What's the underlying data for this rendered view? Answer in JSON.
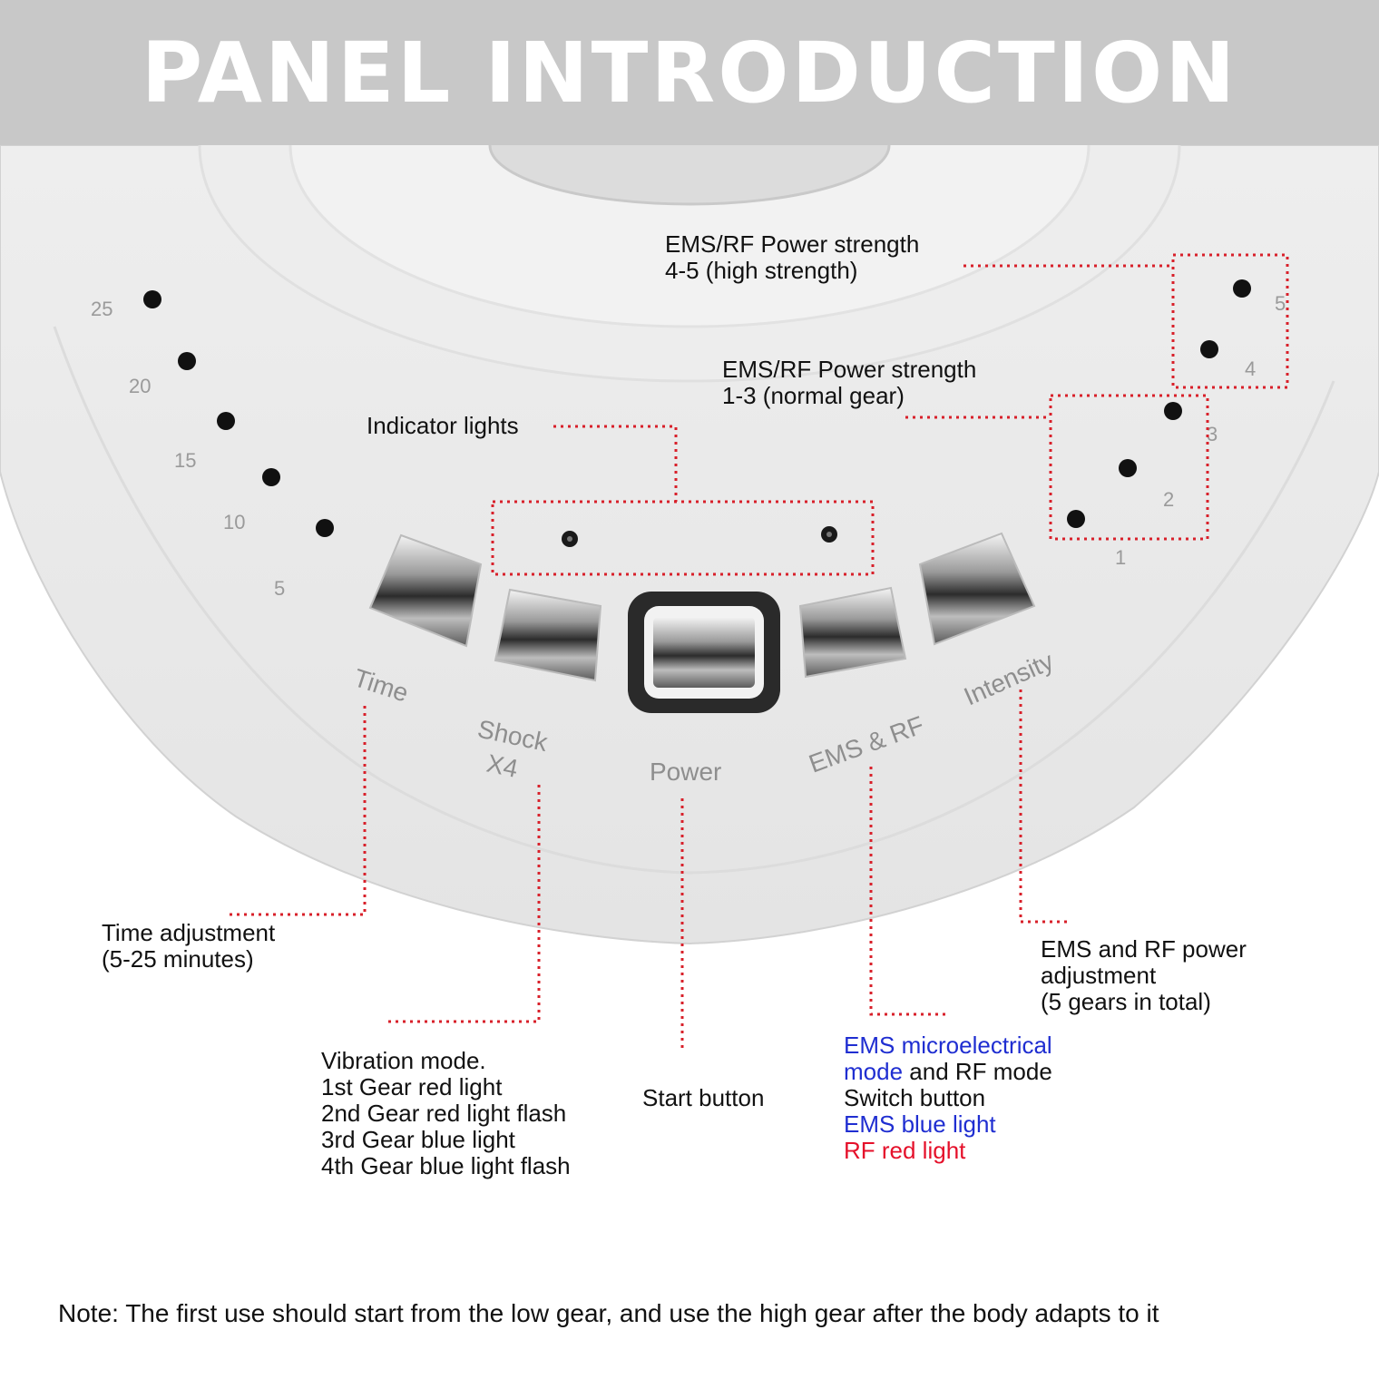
{
  "title": "PANEL INTRODUCTION",
  "panel": {
    "time_scale": [
      "25",
      "20",
      "15",
      "10",
      "5"
    ],
    "strength_numbers": [
      "1",
      "2",
      "3",
      "4",
      "5"
    ],
    "buttons": {
      "time": "Time",
      "shock_line1": "Shock",
      "shock_line2": "X4",
      "power": "Power",
      "ems_rf": "EMS & RF",
      "intensity": "Intensity"
    }
  },
  "annotations": {
    "high_strength": "EMS/RF Power strength\n4-5 (high strength)",
    "normal_gear": "EMS/RF Power strength\n1-3 (normal gear)",
    "indicator_lights": "Indicator lights",
    "time_adjustment": "Time adjustment\n(5-25 minutes)",
    "vibration_mode": "Vibration mode.\n1st Gear red light\n2nd Gear red light flash\n3rd Gear blue light\n4th Gear blue light flash",
    "start_button": "Start button",
    "ems_switch": {
      "line1": "EMS microelectrical",
      "line2_blue": "mode",
      "line2_rest": " and RF mode",
      "line3": "Switch button",
      "line4": "EMS blue light",
      "line5": "RF red light"
    },
    "power_adjustment": "EMS and RF power\nadjustment\n(5 gears in total)"
  },
  "colors": {
    "leader_line": "#d8202a",
    "ems_blue": "#1f2ed1",
    "rf_red": "#e5102a",
    "banner": "#c8c8c8"
  },
  "note": "Note: The first use should start from the low gear, and use the high gear after the body adapts to it"
}
